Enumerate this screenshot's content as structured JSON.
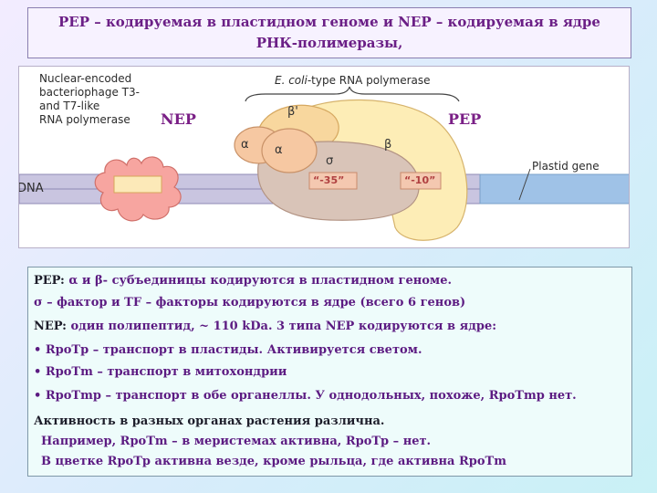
{
  "title": {
    "line1": "PEP  – кодируемая в пластидном геноме и   NEP – кодируемая в ядре",
    "line2": "РНК-полимеразы,"
  },
  "diagram": {
    "nuclear_label_lines": [
      "Nuclear-encoded",
      "bacteriophage T3-",
      "and T7-like",
      "RNA polymerase"
    ],
    "ecoli_label_italic": "E. coli",
    "ecoli_label_rest": "-type RNA polymerase",
    "nep": "NEP",
    "pep": "PEP",
    "plastid_gene": "Plastid gene",
    "dna": "DNA",
    "alpha1": "α",
    "alpha2": "α",
    "beta_prime": "β'",
    "beta": "β",
    "sigma": "σ",
    "box35": "“-35”",
    "box10": "“-10”",
    "colors": {
      "dna_band": "#c9c5e0",
      "plastid_gene": "#9fc2e7",
      "nep_blob": "#f7a5a0",
      "beta": "#fdedb6",
      "beta_prime": "#f8d79e",
      "alpha": "#f6c8a2",
      "sigma": "#d9c4b8",
      "box": "#f4c8b0"
    }
  },
  "info": {
    "l1_pre": "PEP: ",
    "l1": "α и β- субъединицы кодируются в пластидном геноме.",
    "l2": "σ – фактор и TF – факторы кодируются в ядре (всего 6 генов)",
    "l3_pre": "NEP: ",
    "l3": "один полипептид, ~ 110 kDa.   3 типа NEP кодируются в ядре:",
    "bullet": "•",
    "l4": "RpoTp – транспорт в пластиды. Активируется светом.",
    "l5": "RpoTm – транспорт в митохондрии",
    "l6": "RpoTmp – транспорт в обе органеллы. У однодольных, похоже, RpoTmp  нет.",
    "l7": "Активность в разных органах растения различна.",
    "l8": "Например,  RpoTm – в меристемах активна, RpoTp – нет.",
    "l9": "В цветке RpoTp активна везде, кроме рыльца, где активна RpoTm"
  }
}
